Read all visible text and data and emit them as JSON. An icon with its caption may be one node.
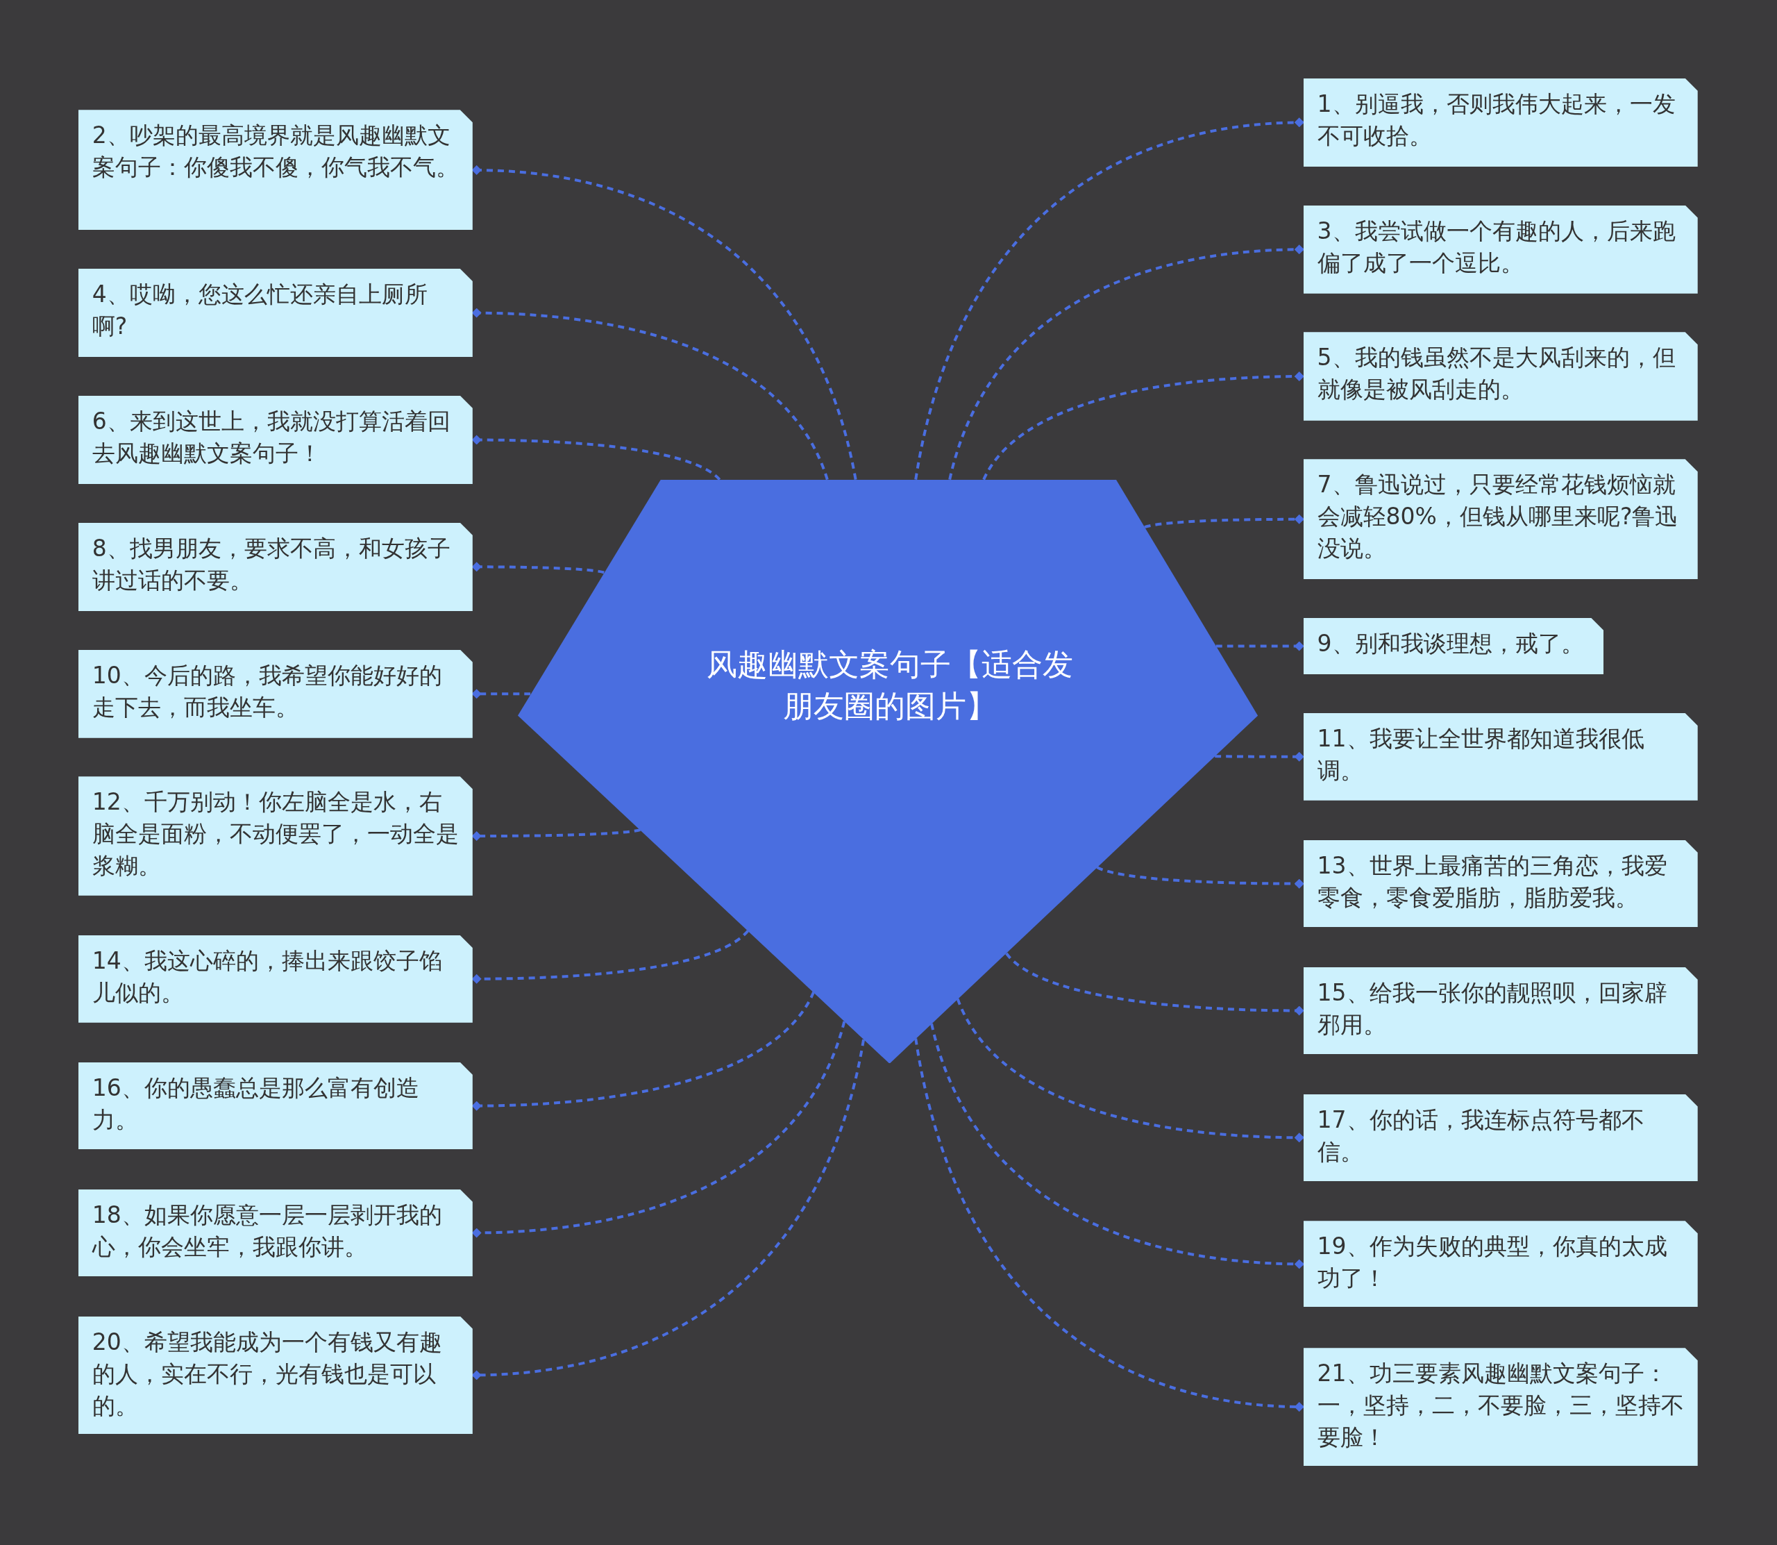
{
  "diagram": {
    "nodes": [
      {
        "text": [
          "风趣幽默文案句子【适合发朋友圈的图片】"
        ]
      },
      {
        "text": [
          "1、别逼我，否则我伟大起来，一发不可收拾。"
        ]
      },
      {
        "text": [
          "2、吵架的最高境界就是风趣幽默文案句子：你傻我不傻，你气我不气。"
        ]
      },
      {
        "text": [
          "3、我尝试做一个有趣的人，后来跑偏了成了一个逗比。"
        ]
      },
      {
        "text": [
          "4、哎呦，您这么忙还亲自上厕所啊?"
        ]
      },
      {
        "text": [
          "5、我的钱虽然不是大风刮来的，但就像是被风刮走的。"
        ]
      },
      {
        "text": [
          "6、来到这世上，我就没打算活着回去风趣幽默文案句子！"
        ]
      },
      {
        "text": [
          "7、鲁迅说过，只要经常花钱烦恼就会减轻80%，但钱从哪里来呢?鲁迅没说。"
        ]
      },
      {
        "text": [
          "8、找男朋友，要求不高，和女孩子讲过话的不要。"
        ]
      },
      {
        "text": [
          "9、别和我谈理想，戒了。"
        ]
      },
      {
        "text": [
          "10、今后的路，我希望你能好好的走下去，而我坐车。"
        ]
      },
      {
        "text": [
          "11、我要让全世界都知道我很低调。"
        ]
      },
      {
        "text": [
          "12、千万别动！你左脑全是水，右脑全是面粉，不动便罢了，一动全是浆糊。"
        ]
      },
      {
        "text": [
          "13、世界上最痛苦的三角恋，我爱零食，零食爱脂肪，脂肪爱我。"
        ]
      },
      {
        "text": [
          "14、我这心碎的，捧出来跟饺子馅儿似的。"
        ]
      },
      {
        "text": [
          "15、给我一张你的靓照呗，回家辟邪用。"
        ]
      },
      {
        "text": [
          "16、你的愚蠢总是那么富有创造力。"
        ]
      },
      {
        "text": [
          "17、你的话，我连标点符号都不信。"
        ]
      },
      {
        "text": [
          "18、如果你愿意一层一层剥开我的心，你会坐牢，我跟你讲。"
        ]
      },
      {
        "text": [
          "19、作为失败的典型，你真的太成功了！"
        ]
      },
      {
        "text": [
          "20、希望我能成为一个有钱又有趣的人，实在不行，光有钱也是可以的。"
        ]
      },
      {
        "text": [
          "21、功三要素风趣幽默文案句子：一，坚持，二，不要脸，三，坚持不要脸！"
        ]
      }
    ],
    "edges": [
      {
        "from": 0,
        "to": 1,
        "arrow": "other"
      },
      {
        "from": 0,
        "to": 2,
        "arrow": "other"
      },
      {
        "from": 0,
        "to": 3,
        "arrow": "other"
      },
      {
        "from": 0,
        "to": 4,
        "arrow": "other"
      },
      {
        "from": 0,
        "to": 5,
        "arrow": "other"
      },
      {
        "from": 0,
        "to": 6,
        "arrow": "other"
      },
      {
        "from": 0,
        "to": 7,
        "arrow": "other"
      },
      {
        "from": 0,
        "to": 8,
        "arrow": "other"
      },
      {
        "from": 0,
        "to": 9,
        "arrow": "other"
      },
      {
        "from": 0,
        "to": 10,
        "arrow": "other"
      },
      {
        "from": 0,
        "to": 11,
        "arrow": "other"
      },
      {
        "from": 0,
        "to": 12,
        "arrow": "other"
      },
      {
        "from": 0,
        "to": 13,
        "arrow": "other"
      },
      {
        "from": 0,
        "to": 14,
        "arrow": "other"
      },
      {
        "from": 0,
        "to": 15,
        "arrow": "other"
      },
      {
        "from": 0,
        "to": 16,
        "arrow": "other"
      },
      {
        "from": 0,
        "to": 17,
        "arrow": "other"
      },
      {
        "from": 0,
        "to": 18,
        "arrow": "other"
      },
      {
        "from": 0,
        "to": 19,
        "arrow": "other"
      },
      {
        "from": 0,
        "to": 20,
        "arrow": "other"
      },
      {
        "from": 0,
        "to": 21,
        "arrow": "other"
      }
    ]
  }
}
